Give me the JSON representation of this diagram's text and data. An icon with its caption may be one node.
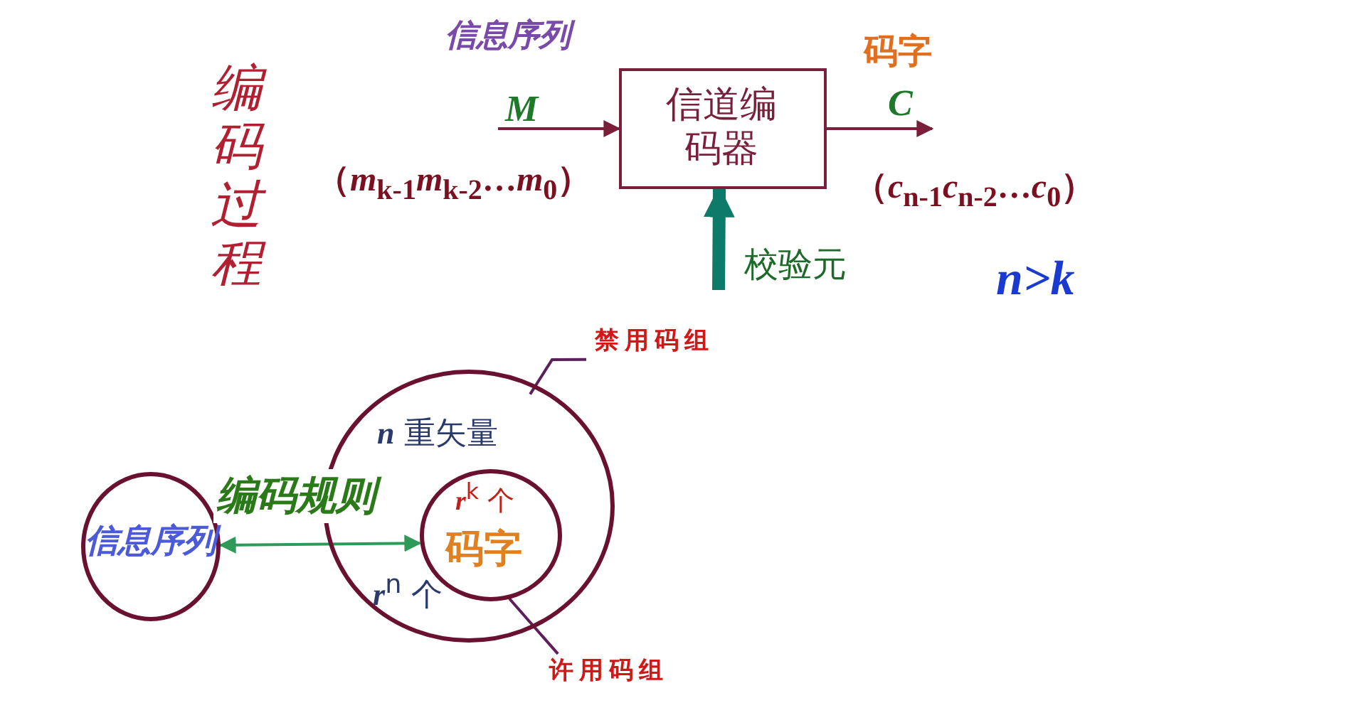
{
  "diagram": {
    "nodes": [
      {
        "text": [
          "信道编码器"
        ]
      },
      {
        "text": [
          "校验元"
        ]
      },
      {
        "text": [
          "信息序列"
        ]
      },
      {
        "text": [
          "*n* 重矢量",
          "*r*$^{n}$ 个"
        ]
      },
      {
        "text": [
          "*r*$^{k}$ 个",
          "码字"
        ],
        "in": 3
      },
      {
        "text": [
          "禁用码组"
        ]
      },
      {
        "text": [
          "许用码组"
        ]
      }
    ],
    "edges": [
      {
        "from": null,
        "to": 0,
        "arrow": "to",
        "label": "M"
      },
      {
        "from": 0,
        "to": null,
        "arrow": "to",
        "label": "C"
      },
      {
        "from": 1,
        "to": 0,
        "arrow": "to",
        "style": "thick",
        "color": "#0e7a6a"
      },
      {
        "from": 2,
        "to": 4,
        "arrow": "both",
        "label": "编码规则",
        "color": "#2e9a5a"
      },
      {
        "from": 5,
        "to": 3,
        "arrow": "none",
        "color": "#5c1f5c"
      },
      {
        "from": 6,
        "to": 4,
        "arrow": "none",
        "color": "#5c1f5c"
      }
    ],
    "labels": [
      "编码过程",
      "信息序列",
      "码字",
      "（*m*$_{k-1}$*m*$_{k-2}$…*m*$_{0}$）",
      "（*c*$_{n-1}$*c*$_{n-2}$…*c*$_{0}$）",
      "n>k"
    ]
  }
}
